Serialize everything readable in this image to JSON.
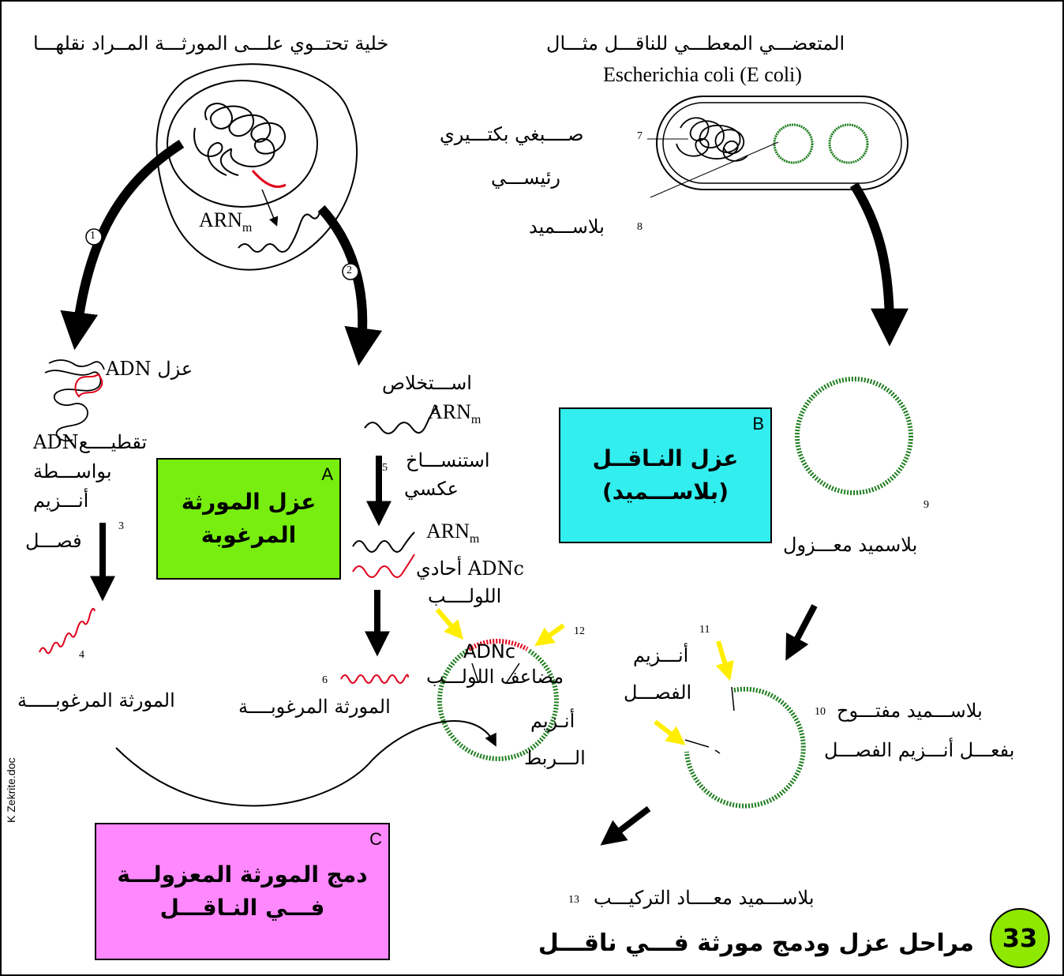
{
  "colors": {
    "gene": "#e0001b",
    "plasmid": "#1e7d1e",
    "box_a": "#77ee0f",
    "box_b": "#33eeee",
    "box_c": "#ff88ff",
    "badge": "#8fe800",
    "pointer": "#ffee00"
  },
  "header": {
    "cell_title": "خلية تحتــوي علـــى المورثـــة المــراد نقلهـــا",
    "vector_title": "المتعضـــي المعطـــي للناقـــل مثـــال",
    "vector_name": "Escherichia coli (E coli)"
  },
  "cell": {
    "arn_label": "ARN",
    "arn_sub": "m"
  },
  "bacteria": {
    "n7": "7",
    "chromosome_line1": "صــــبغي بكتـــيري",
    "chromosome_line2": "رئيســـي",
    "n8": "8",
    "plasmid_label": "بلاســـميد"
  },
  "steps": {
    "step1": "1",
    "step2": "2",
    "n3": "3",
    "n4": "4",
    "n5": "5",
    "n6": "6",
    "n9": "9",
    "n10": "10",
    "n11": "11",
    "n12": "12",
    "n13": "13"
  },
  "path_a": {
    "adn_isolation": "عزل ADN",
    "cut_line1": "تقطيــــعADN",
    "cut_line2": "بواســـطة",
    "cut_line3": "أنـــزيم",
    "cut_line4": "فصـــل",
    "desired_gene": "المورثة المرغوبـــــة"
  },
  "path_b": {
    "extract_line1": "اســـتخلاص",
    "arn_label": "ARN",
    "arn_sub": "m",
    "rt_line1": "استنســـاخ",
    "rt_line2": "عكسي",
    "arn2_label": "ARN",
    "arn2_sub": "m",
    "cdna_single_line1": "ADNc أحادي",
    "cdna_single_line2": "اللولــــب",
    "cdna_double_line1": "ADNc",
    "cdna_double_line2": "مضاعف اللولـــب",
    "desired_gene": "المورثة المرغوبــــة"
  },
  "boxes": {
    "a_letter": "A",
    "a_line1": "عزل المورثة",
    "a_line2": "المرغوبة",
    "b_letter": "B",
    "b_line1": "عزل النـاقــل",
    "b_line2": "(بلاســـميد)",
    "c_letter": "C",
    "c_line1": "دمج المورثة المعزولـــة",
    "c_line2": "فـــي النـاقـــل"
  },
  "plasmid_steps": {
    "isolated": "بلاسميد معـــزول",
    "cut_enzyme_line1": "أنـــزيم",
    "cut_enzyme_line2": "الفصـــل",
    "opened_line1": "بلاســـميد مفتـــوح",
    "opened_line2": "بفعـــل أنـــزيم الفصـــل",
    "ligase_line1": "أنـزيم",
    "ligase_line2": "الـــربط",
    "recombinant": "بلاســـميد معــــاد التركيـــب"
  },
  "footer": {
    "badge": "33",
    "caption": "مراحل عزل ودمج مورثة فـــي ناقـــل",
    "credit": "K Zekrite.doc"
  }
}
